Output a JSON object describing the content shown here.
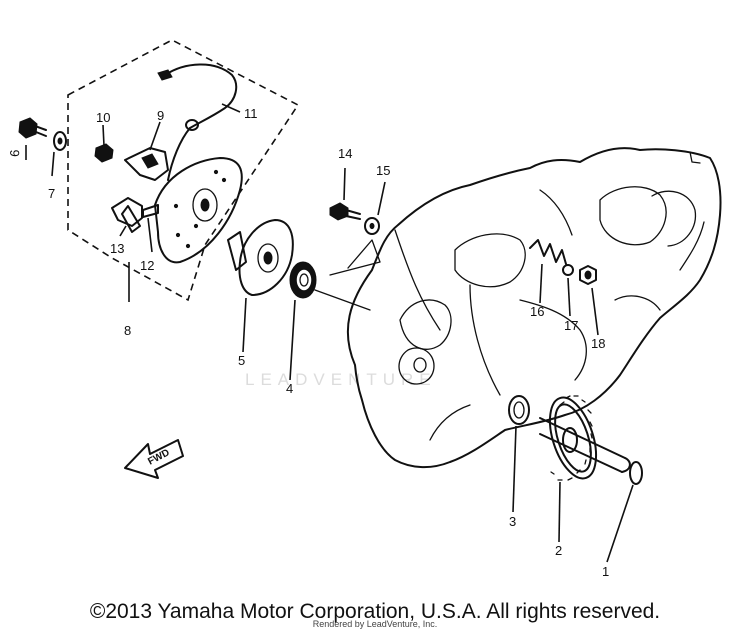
{
  "diagram": {
    "callouts": {
      "c1": "1",
      "c2": "2",
      "c3": "3",
      "c4": "4",
      "c5": "5",
      "c6": "6",
      "c7": "7",
      "c8": "8",
      "c9": "9",
      "c10": "10",
      "c11": "11",
      "c12": "12",
      "c13": "13",
      "c14": "14",
      "c15": "15",
      "c16": "16",
      "c17": "17",
      "c18": "18"
    },
    "fwd_label": "FWD",
    "watermark": "LEADVENTURE"
  },
  "footer": {
    "copyright": "©2013 Yamaha Motor Corporation, U.S.A. All rights reserved.",
    "credit": "Rendered by LeadVenture, Inc."
  }
}
